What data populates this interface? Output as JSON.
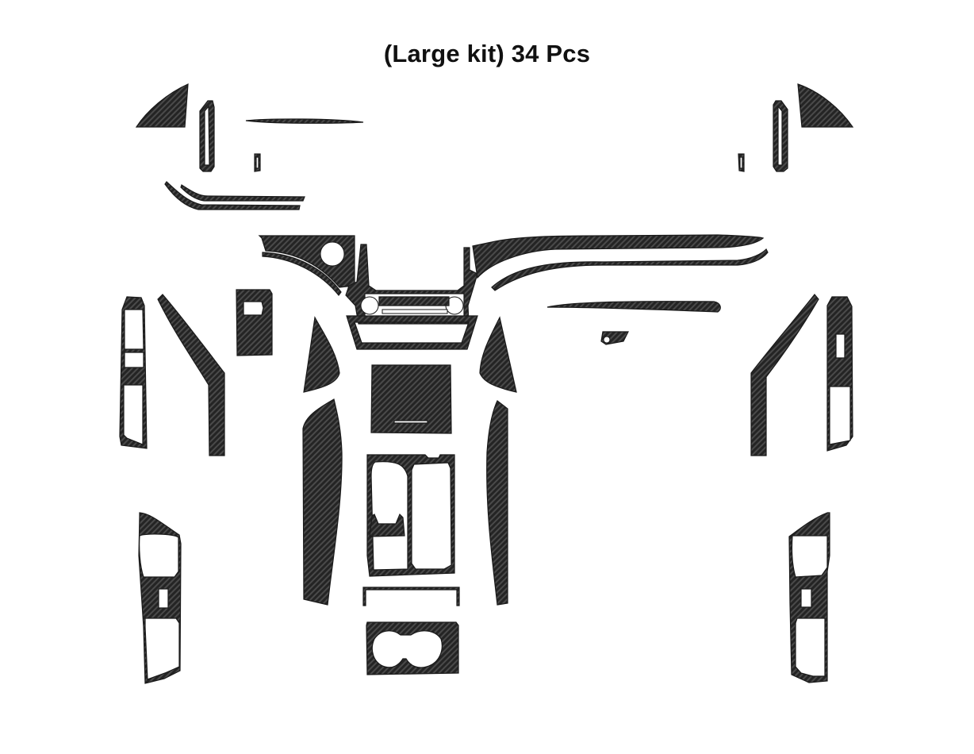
{
  "title": "(Large kit) 34 Pcs",
  "product": {
    "kit_size": "Large kit",
    "piece_count": 34,
    "material_look": "carbon fiber",
    "colors": {
      "piece_fill": "#2a2a2a",
      "weave_light": "#4a4a4a",
      "background": "#ffffff",
      "title_text": "#111111"
    }
  },
  "pieces": [
    {
      "name": "left-a-pillar-triangle-trim"
    },
    {
      "name": "left-vent-frame-trim"
    },
    {
      "name": "left-small-tab-trim"
    },
    {
      "name": "left-dash-top-strip"
    },
    {
      "name": "left-dash-double-strip-upper"
    },
    {
      "name": "left-dash-double-strip-lower"
    },
    {
      "name": "right-a-pillar-triangle-trim"
    },
    {
      "name": "right-vent-frame-trim"
    },
    {
      "name": "right-small-tab-trim"
    },
    {
      "name": "center-dash-left-panel"
    },
    {
      "name": "center-dash-left-arc-strip"
    },
    {
      "name": "center-console-frame"
    },
    {
      "name": "center-lower-frame"
    },
    {
      "name": "center-dash-right-panel"
    },
    {
      "name": "center-dash-right-arc-strip"
    },
    {
      "name": "passenger-dash-strip"
    },
    {
      "name": "glovebox-button-trim"
    },
    {
      "name": "left-headlight-switch-panel"
    },
    {
      "name": "front-left-window-switch-panel"
    },
    {
      "name": "front-left-door-strip"
    },
    {
      "name": "front-right-door-strip"
    },
    {
      "name": "front-right-window-switch-panel"
    },
    {
      "name": "console-left-side-triangle"
    },
    {
      "name": "console-right-side-triangle"
    },
    {
      "name": "console-left-side-panel"
    },
    {
      "name": "console-right-side-panel"
    },
    {
      "name": "wireless-charger-panel"
    },
    {
      "name": "gear-shift-panel"
    },
    {
      "name": "console-bracket-trim"
    },
    {
      "name": "cup-holder-trim"
    },
    {
      "name": "rear-left-window-switch-panel"
    },
    {
      "name": "rear-right-window-switch-panel"
    }
  ]
}
